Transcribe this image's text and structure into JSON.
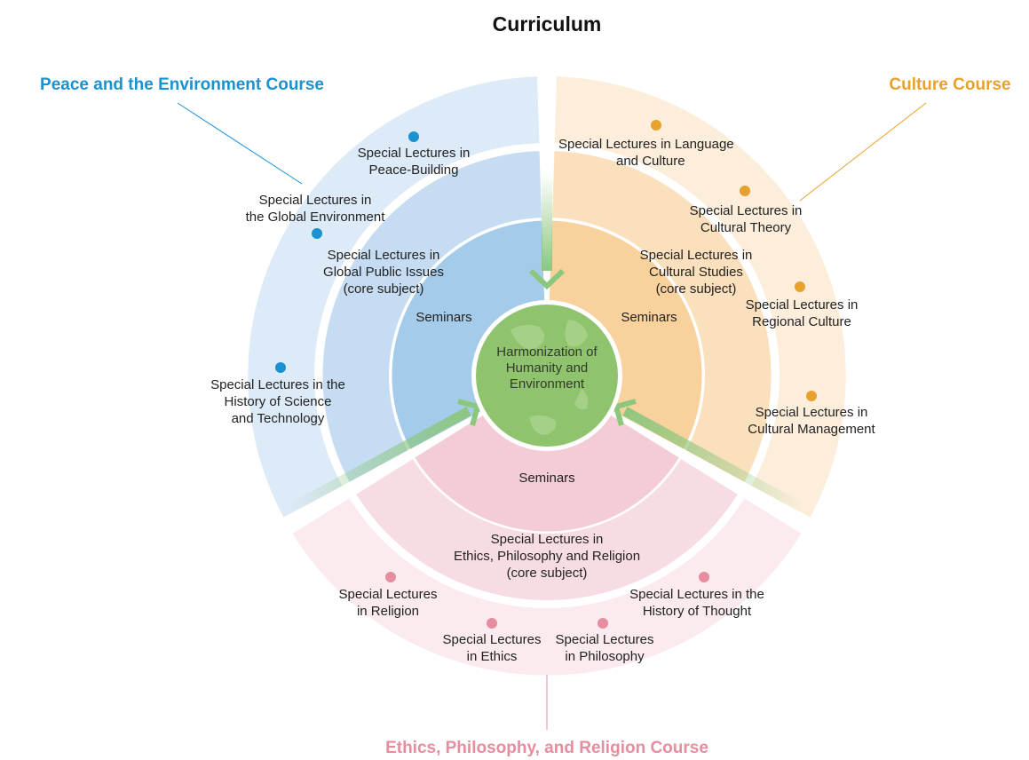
{
  "title": "Curriculum",
  "colors": {
    "peace_accent": "#1a92d0",
    "culture_accent": "#e9a12d",
    "ethics_accent": "#e68da0",
    "peace_outer": "#ddeaf8",
    "peace_mid": "#c5dcf2",
    "peace_inner": "#a5cbeb",
    "culture_outer": "#fdeedb",
    "culture_mid": "#fbe0bd",
    "culture_inner": "#f8d19c",
    "ethics_outer": "#fbeaee",
    "ethics_mid": "#f7dde3",
    "ethics_inner": "#f3ccd5",
    "globe": "#8fc36d",
    "arrow": "#8cc77e"
  },
  "center": {
    "lines": [
      "Harmonization of",
      "Humanity and",
      "Environment"
    ],
    "icon": "globe-icon"
  },
  "courses": {
    "peace": {
      "title": "Peace and the Environment Course",
      "seminars": "Seminars",
      "core": [
        "Special Lectures in",
        "Global Public Issues",
        "(core subject)"
      ],
      "lectures": [
        [
          "Special Lectures in",
          "Peace-Building"
        ],
        [
          "Special Lectures in",
          "the Global Environment"
        ],
        [
          "Special Lectures in the",
          "History of Science",
          "and Technology"
        ]
      ]
    },
    "culture": {
      "title": "Culture Course",
      "seminars": "Seminars",
      "core": [
        "Special Lectures in",
        "Cultural Studies",
        "(core subject)"
      ],
      "lectures": [
        [
          "Special Lectures in Language",
          "and Culture"
        ],
        [
          "Special Lectures in",
          "Cultural Theory"
        ],
        [
          "Special Lectures in",
          "Regional Culture"
        ],
        [
          "Special Lectures in",
          "Cultural Management"
        ]
      ]
    },
    "ethics": {
      "title": "Ethics, Philosophy, and Religion Course",
      "seminars": "Seminars",
      "core": [
        "Special Lectures in",
        "Ethics, Philosophy and Religion",
        "(core subject)"
      ],
      "lectures": [
        [
          "Special Lectures",
          "in Religion"
        ],
        [
          "Special Lectures",
          "in Ethics"
        ],
        [
          "Special Lectures",
          "in Philosophy"
        ],
        [
          "Special Lectures in the",
          "History of Thought"
        ]
      ]
    }
  }
}
